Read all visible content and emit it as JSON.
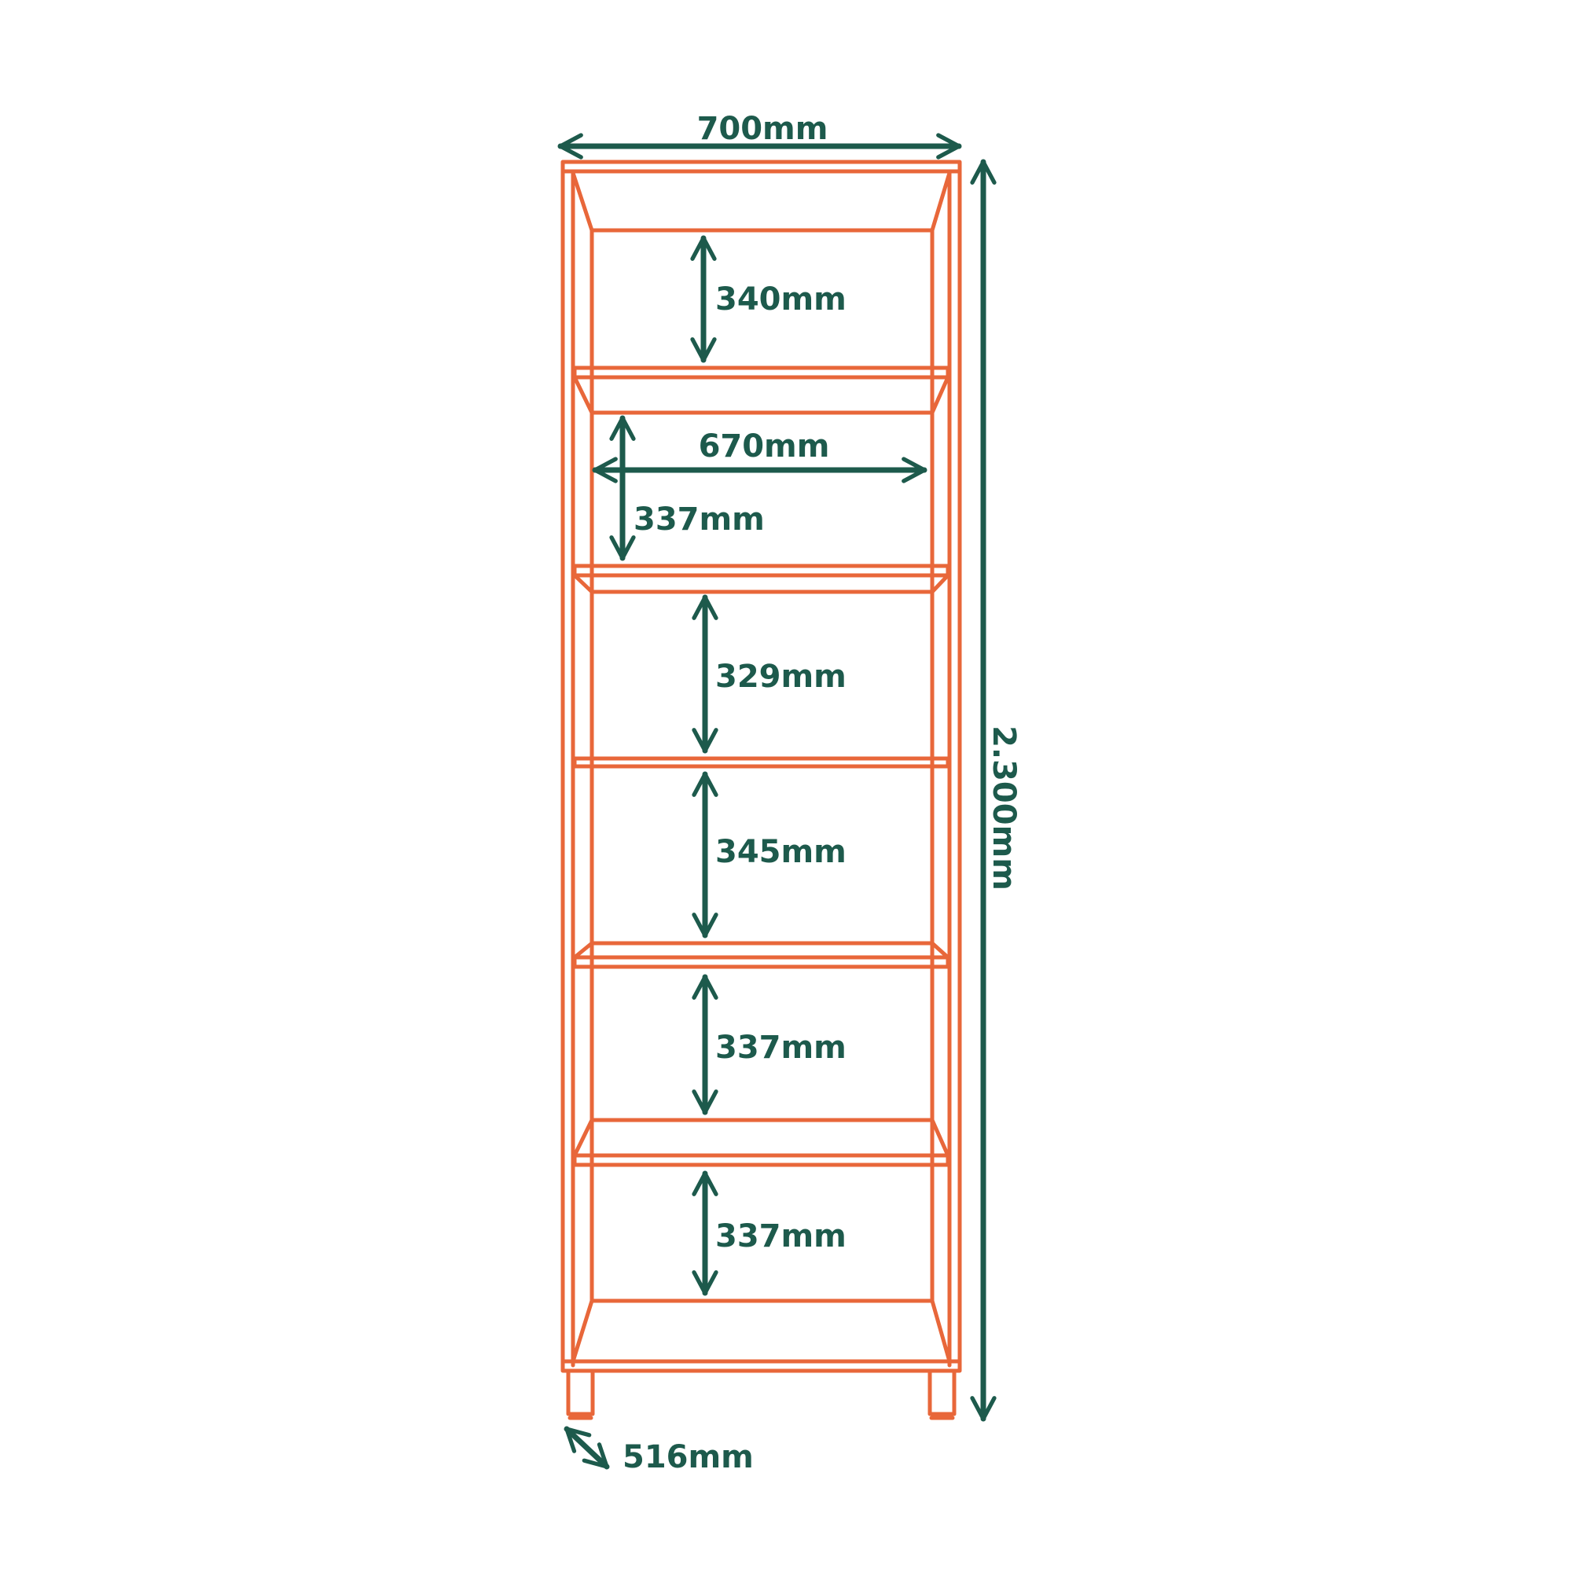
{
  "colors": {
    "frame": "#e8673a",
    "dimension": "#1d5a4c",
    "background": "#ffffff"
  },
  "dimensions": {
    "overall_width": "700mm",
    "overall_height": "2.300mm",
    "depth": "516mm",
    "inner_width": "670mm",
    "shelf_1_height": "340mm",
    "shelf_2_height": "337mm",
    "shelf_3_height": "329mm",
    "shelf_4_height": "345mm",
    "shelf_5_height": "337mm",
    "shelf_6_height": "337mm"
  }
}
